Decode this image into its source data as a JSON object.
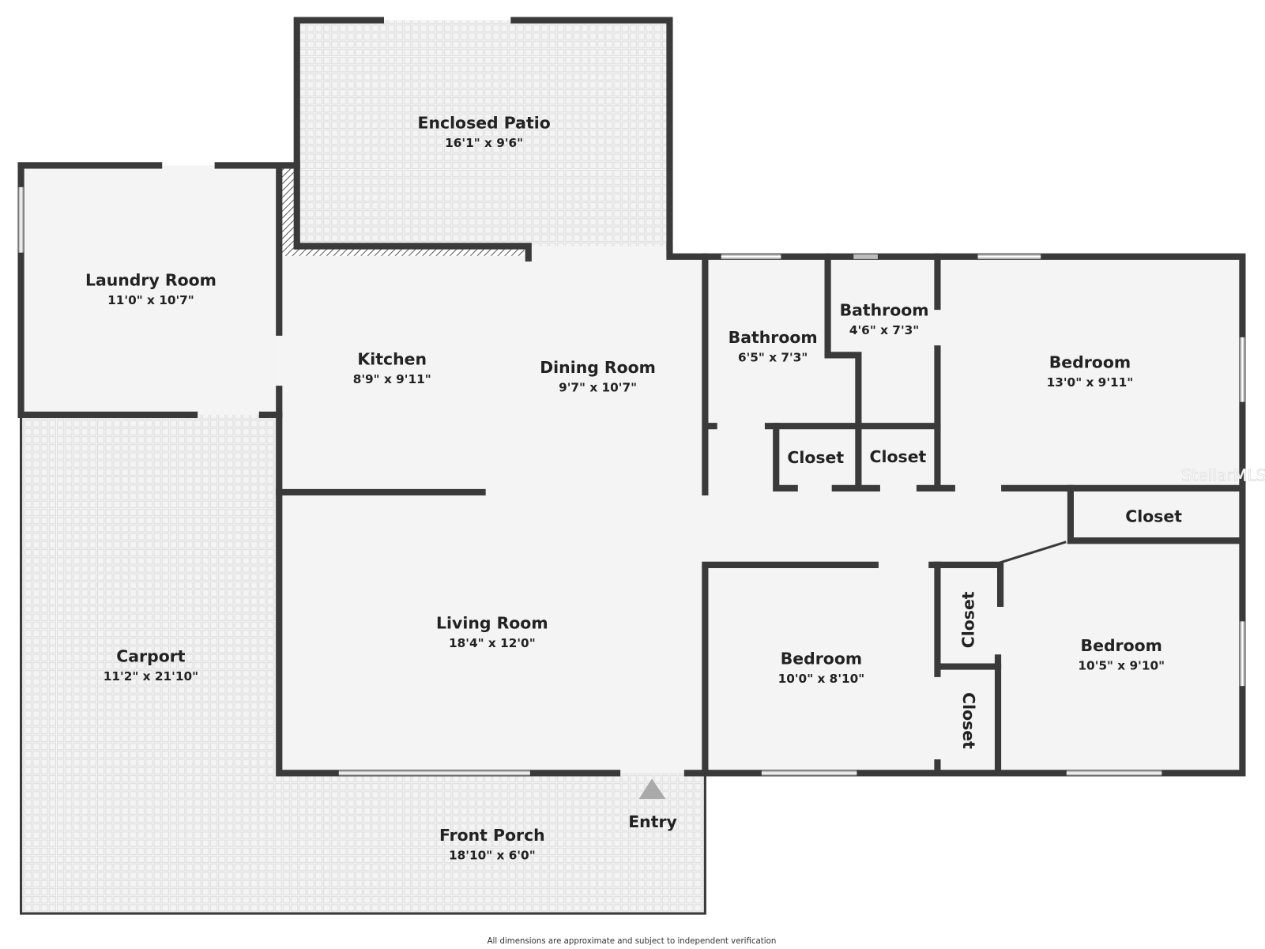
{
  "colors": {
    "wall": "#3a3a3a",
    "floor": "#f4f4f4",
    "outdoor_tile": "#e6e6e6"
  },
  "rooms": [
    {
      "id": "enclosed-patio",
      "name": "Enclosed Patio",
      "dims": "16'1\" x 9'6\""
    },
    {
      "id": "laundry-room",
      "name": "Laundry Room",
      "dims": "11'0\" x 10'7\""
    },
    {
      "id": "kitchen",
      "name": "Kitchen",
      "dims": "8'9\" x 9'11\""
    },
    {
      "id": "dining-room",
      "name": "Dining Room",
      "dims": "9'7\" x 10'7\""
    },
    {
      "id": "bathroom-1",
      "name": "Bathroom",
      "dims": "6'5\" x 7'3\""
    },
    {
      "id": "bathroom-2",
      "name": "Bathroom",
      "dims": "4'6\" x 7'3\""
    },
    {
      "id": "bedroom-1",
      "name": "Bedroom",
      "dims": "13'0\" x 9'11\""
    },
    {
      "id": "closet-1",
      "name": "Closet"
    },
    {
      "id": "closet-2",
      "name": "Closet"
    },
    {
      "id": "closet-3",
      "name": "Closet"
    },
    {
      "id": "living-room",
      "name": "Living Room",
      "dims": "18'4\" x 12'0\""
    },
    {
      "id": "carport",
      "name": "Carport",
      "dims": "11'2\" x 21'10\""
    },
    {
      "id": "bedroom-2",
      "name": "Bedroom",
      "dims": "10'0\" x 8'10\""
    },
    {
      "id": "closet-4",
      "name": "Closet"
    },
    {
      "id": "closet-5",
      "name": "Closet"
    },
    {
      "id": "bedroom-3",
      "name": "Bedroom",
      "dims": "10'5\" x 9'10\""
    },
    {
      "id": "front-porch",
      "name": "Front Porch",
      "dims": "18'10\" x 6'0\""
    }
  ],
  "entry_label": "Entry",
  "watermark": "StellarMLS",
  "footer": "All dimensions are approximate and subject to independent verification"
}
